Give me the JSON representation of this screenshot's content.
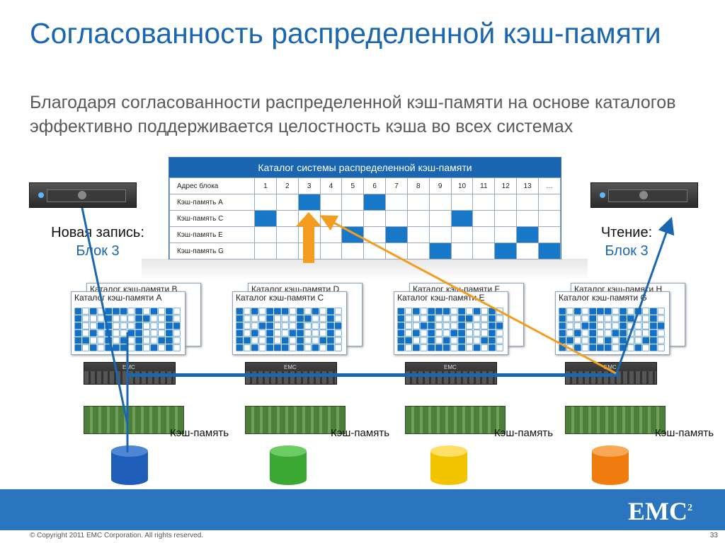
{
  "title": "Согласованность распределенной кэш-памяти",
  "subtitle": "Благодаря согласованности распределенной кэш-памяти на основе каталогов эффективно поддерживается целостность кэша во всех системах",
  "directory": {
    "header": "Каталог системы распределенной кэш-памяти",
    "addr_label": "Адрес блока",
    "columns": [
      "1",
      "2",
      "3",
      "4",
      "5",
      "6",
      "7",
      "8",
      "9",
      "10",
      "11",
      "12",
      "13",
      "…"
    ],
    "rows": [
      {
        "label": "Кэш-память A",
        "filled": [
          3,
          6
        ]
      },
      {
        "label": "Кэш-память C",
        "filled": [
          1,
          10
        ]
      },
      {
        "label": "Кэш-память E",
        "filled": [
          5,
          7,
          13
        ]
      },
      {
        "label": "Кэш-память G",
        "filled": [
          9,
          12,
          14
        ]
      }
    ]
  },
  "left_label": {
    "line1": "Новая запись:",
    "line2": "Блок 3"
  },
  "right_label": {
    "line1": "Чтение:",
    "line2": "Блок 3"
  },
  "nodes": [
    {
      "front": "Каталог кэш-памяти A",
      "back": "Каталог кэш-памяти B",
      "cache": "Кэш-память",
      "color": "#1e5db8"
    },
    {
      "front": "Каталог кэш-памяти C",
      "back": "Каталог кэш-памяти D",
      "cache": "Кэш-память",
      "color": "#3aa832"
    },
    {
      "front": "Каталог кэш-памяти E",
      "back": "Каталог кэш-памяти F",
      "cache": "Кэш-память",
      "color": "#f2c400"
    },
    {
      "front": "Каталог кэш-памяти G",
      "back": "Каталог кэш-памяти H",
      "cache": "Кэш-память",
      "color": "#f07c10"
    }
  ],
  "box_logo": "EMC",
  "brand": "EMC",
  "brand_sup": "2",
  "copyright": "© Copyright 2011 EMC Corporation. All rights reserved.",
  "page_number": "33",
  "colors": {
    "accent": "#1a66b0",
    "arrow": "#f39c1e"
  }
}
